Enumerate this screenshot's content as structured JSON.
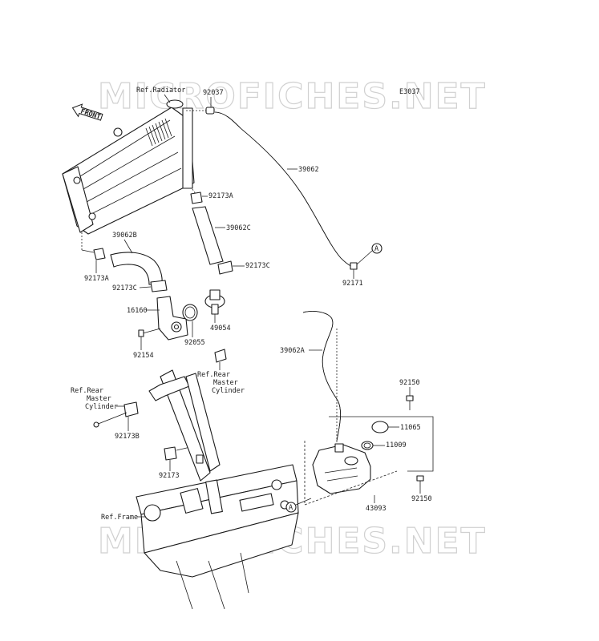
{
  "watermark": "MICROFICHES.NET",
  "diagram_code": "E3037",
  "front_label": "FRONT",
  "references": {
    "radiator": "Ref.Radiator",
    "rear_master_cylinder_right": [
      "Ref.Rear",
      "Master",
      "Cylinder"
    ],
    "rear_master_cylinder_left": [
      "Ref.Rear",
      "Master",
      "Cylinder"
    ],
    "frame": "Ref.Frame"
  },
  "connector_marker": "A",
  "part_numbers": {
    "p92037": "92037",
    "p39062": "39062",
    "p92173A_top": "92173A",
    "p39062C": "39062C",
    "p92173C_right": "92173C",
    "p92171": "92171",
    "p39062B": "39062B",
    "p92173A_left": "92173A",
    "p92173C_left": "92173C",
    "p16160": "16160",
    "p49054": "49054",
    "p92055": "92055",
    "p92154": "92154",
    "p39062A": "39062A",
    "p92150_top": "92150",
    "p11065": "11065",
    "p11009": "11009",
    "p92173B": "92173B",
    "p92173": "92173",
    "p43093": "43093",
    "p92150_bottom": "92150"
  }
}
